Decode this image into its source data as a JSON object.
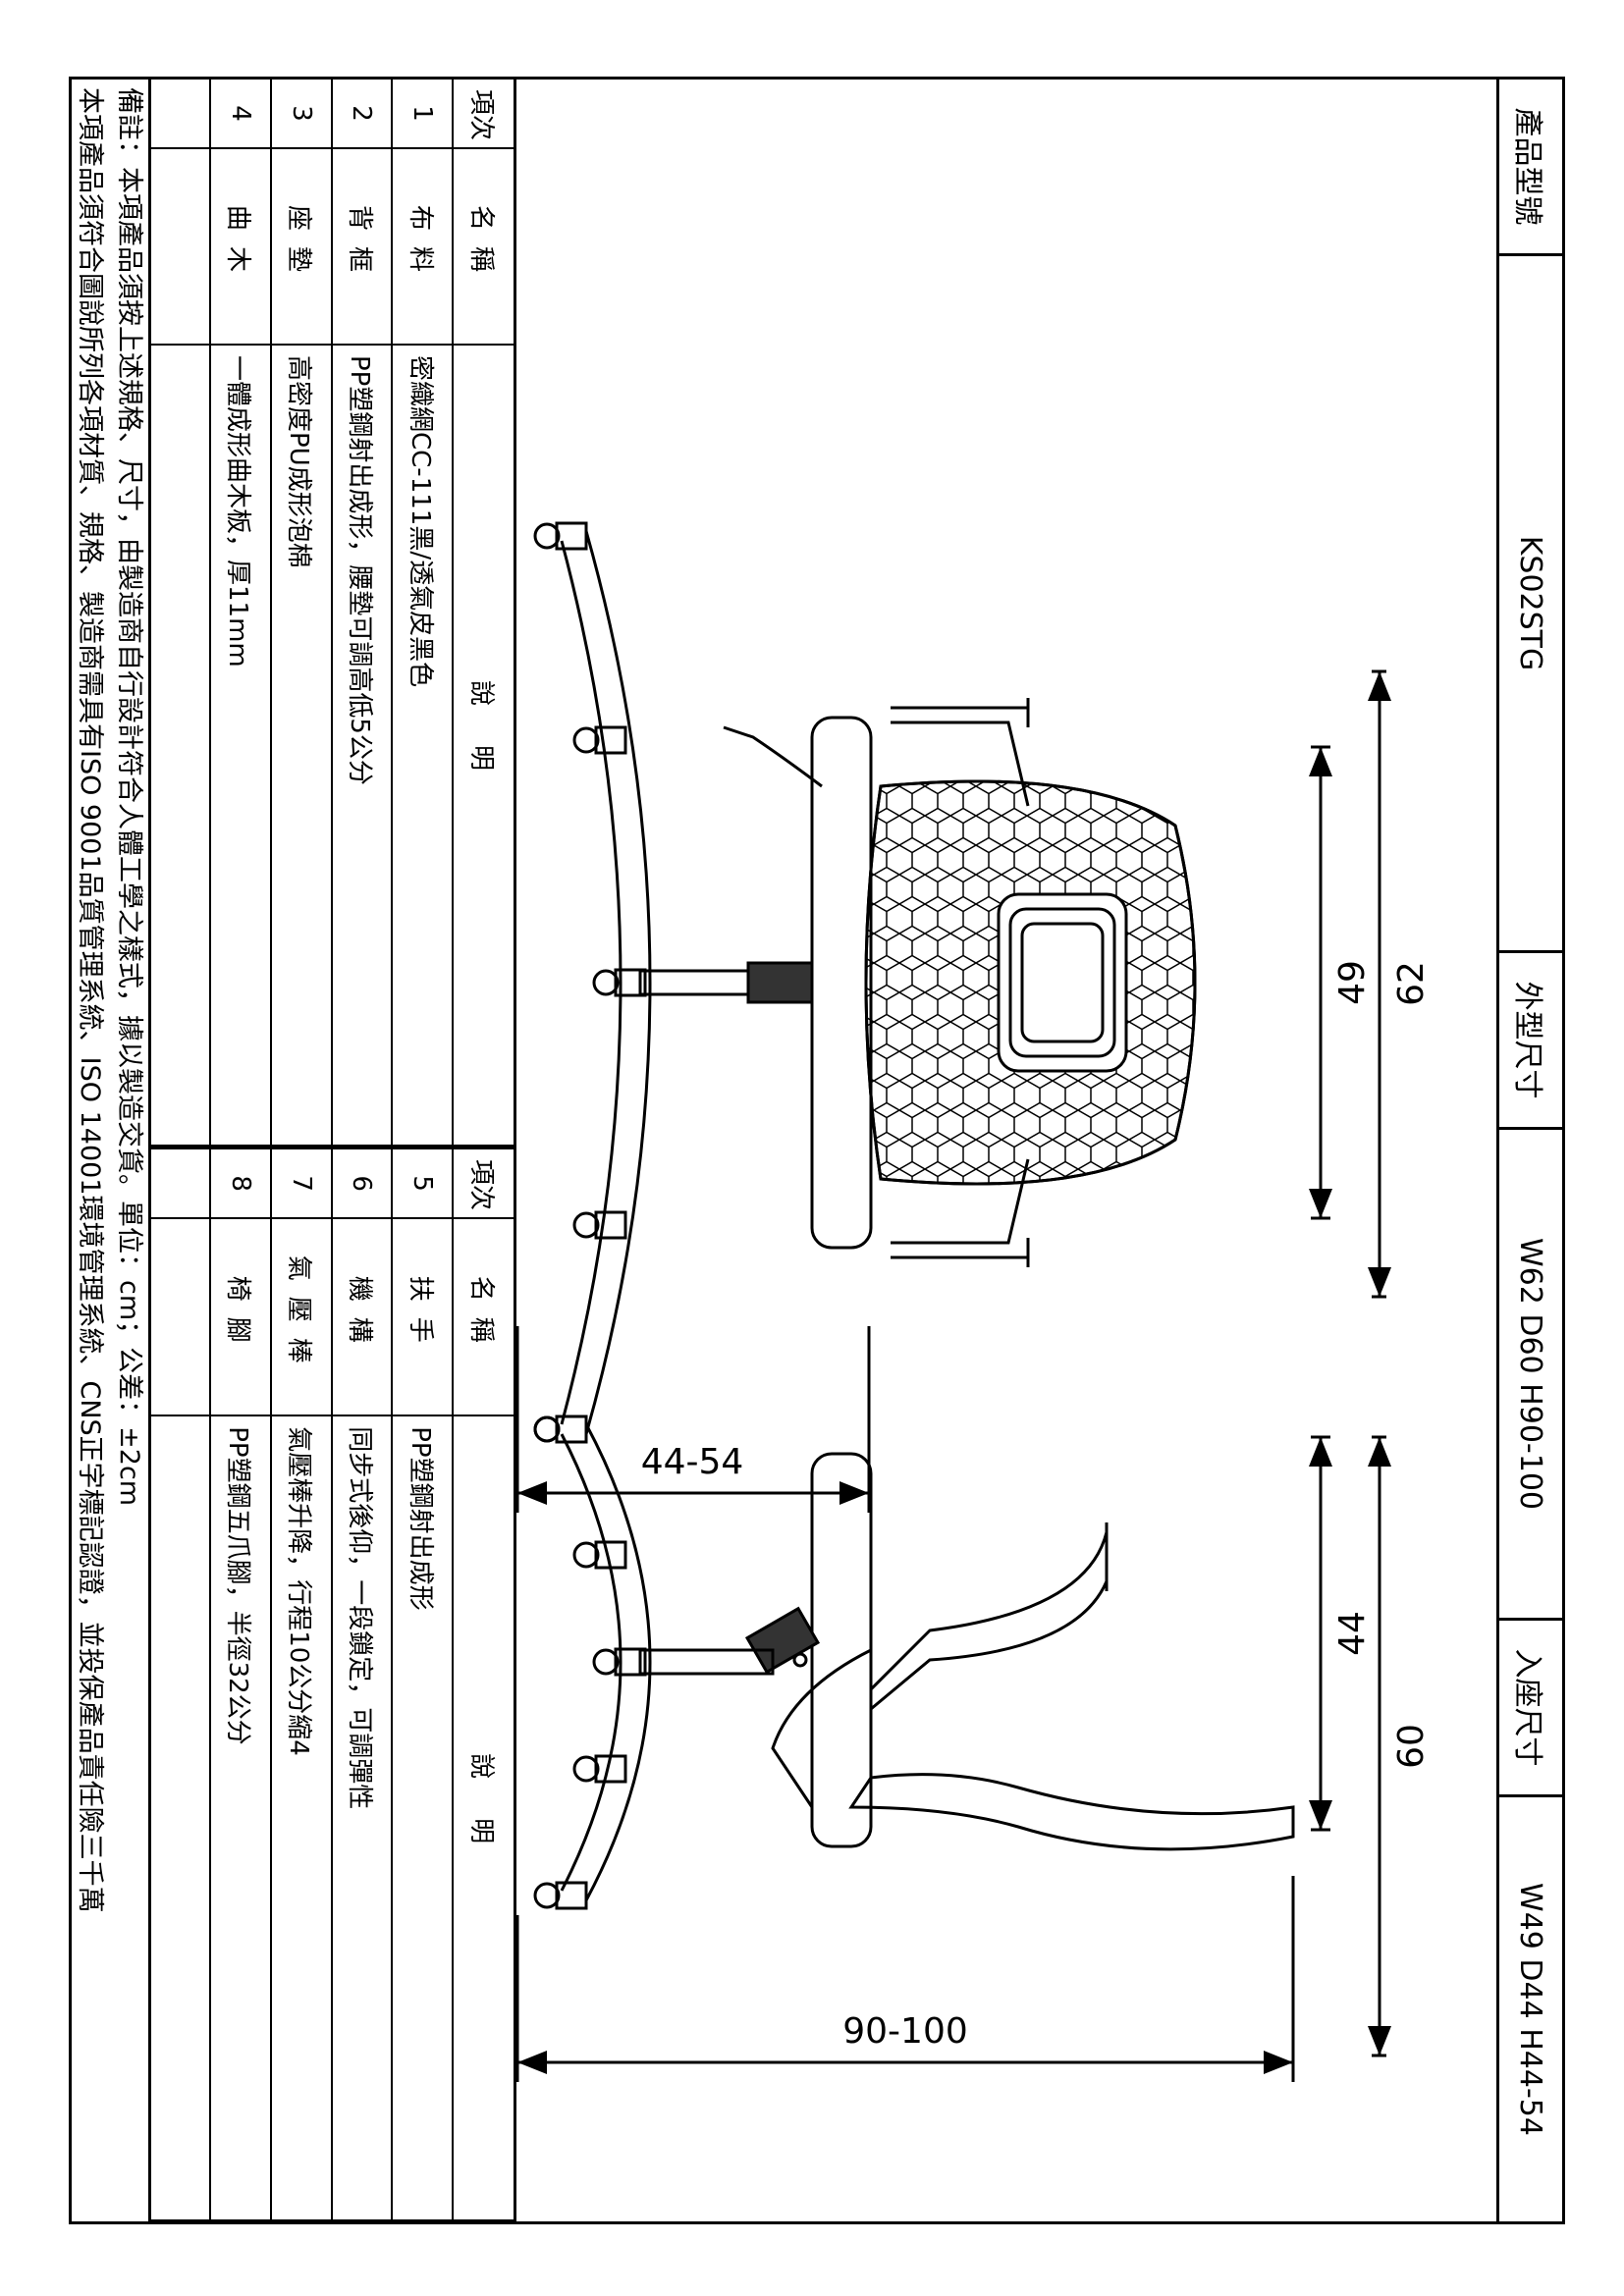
{
  "header": {
    "model_label": "產品型號",
    "model_value": "KS02STG",
    "outer_label": "外型尺寸",
    "outer_value": "W62 D60 H90-100",
    "seat_label": "入座尺寸",
    "seat_value": "W49 D44 H44-54"
  },
  "dimensions": {
    "front_width": "62",
    "front_seat_width": "49",
    "front_height": "44-54",
    "side_depth": "60",
    "side_seat_depth": "44",
    "side_height": "90-100"
  },
  "parts_table": {
    "col_no": "項次",
    "col_name": "名稱",
    "col_desc": "說明",
    "left": [
      {
        "no": "1",
        "name": "布料",
        "desc": "密織網CC-111黑/透氣皮黑色"
      },
      {
        "no": "2",
        "name": "背框",
        "desc": "PP塑鋼射出成形，腰墊可調高低5公分"
      },
      {
        "no": "3",
        "name": "座墊",
        "desc": "高密度PU成形泡棉"
      },
      {
        "no": "4",
        "name": "曲木",
        "desc": "一體成形曲木板，厚11mm"
      }
    ],
    "right": [
      {
        "no": "5",
        "name": "扶手",
        "desc": "PP塑鋼射出成形"
      },
      {
        "no": "6",
        "name": "機構",
        "desc": "同步式後仰，一段鎖定，可調彈性"
      },
      {
        "no": "7",
        "name": "氣壓棒",
        "desc": "氣壓棒升降，行程10公分縮4"
      },
      {
        "no": "8",
        "name": "椅腳",
        "desc": "PP塑鋼五爪腳，半徑32公分"
      }
    ]
  },
  "notes": {
    "line1": "備註：本項產品須按上述規格、尺寸，由製造商自行設計符合人體工學之樣式，據以製造交貨。單位：cm；公差：±2cm",
    "line2": "本項產品須符合圖說所列各項材質、規格、製造商需具有ISO 9001品質管理系統、ISO 14001環境管理系統、CNS正字標記認證，並投保產品責任險三千萬"
  }
}
